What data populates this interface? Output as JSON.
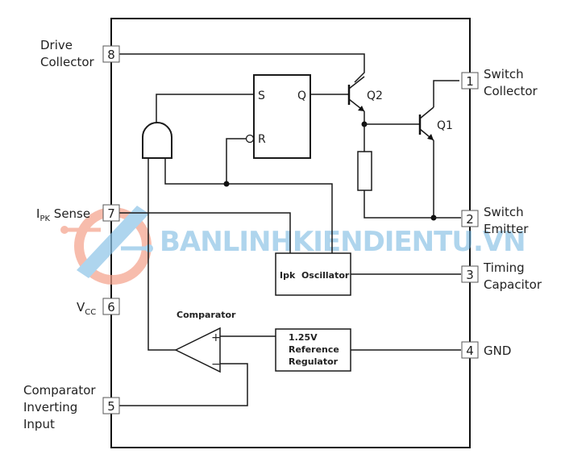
{
  "diagram": {
    "type": "block-diagram",
    "subject": "DC-DC converter control IC internal block diagram",
    "pins": [
      {
        "number": "8",
        "label_lines": [
          "Drive",
          "Collector"
        ],
        "side": "left"
      },
      {
        "number": "7",
        "label_main": "I",
        "label_sub": "PK",
        "label_rest": " Sense",
        "side": "left"
      },
      {
        "number": "6",
        "label_main": "V",
        "label_sub": "CC",
        "side": "left"
      },
      {
        "number": "5",
        "label_lines": [
          "Comparator",
          "Inverting",
          "Input"
        ],
        "side": "left"
      },
      {
        "number": "1",
        "label_lines": [
          "Switch",
          "Collector"
        ],
        "side": "right"
      },
      {
        "number": "2",
        "label_lines": [
          "Switch",
          "Emitter"
        ],
        "side": "right"
      },
      {
        "number": "3",
        "label_lines": [
          "Timing",
          "Capacitor"
        ],
        "side": "right"
      },
      {
        "number": "4",
        "label_lines": [
          "GND"
        ],
        "side": "right"
      }
    ],
    "blocks": {
      "flipflop": {
        "s": "S",
        "q": "Q",
        "r": "R"
      },
      "q2": "Q2",
      "q1": "Q1",
      "oscillator": "Ipk  Oscillator",
      "comparator_title": "Comparator",
      "comparator_plus": "+",
      "comparator_minus": "−",
      "reference": [
        "1.25V",
        "Reference",
        "Regulator"
      ]
    },
    "watermark": "BANLINHKIENDIENTU.VN"
  }
}
